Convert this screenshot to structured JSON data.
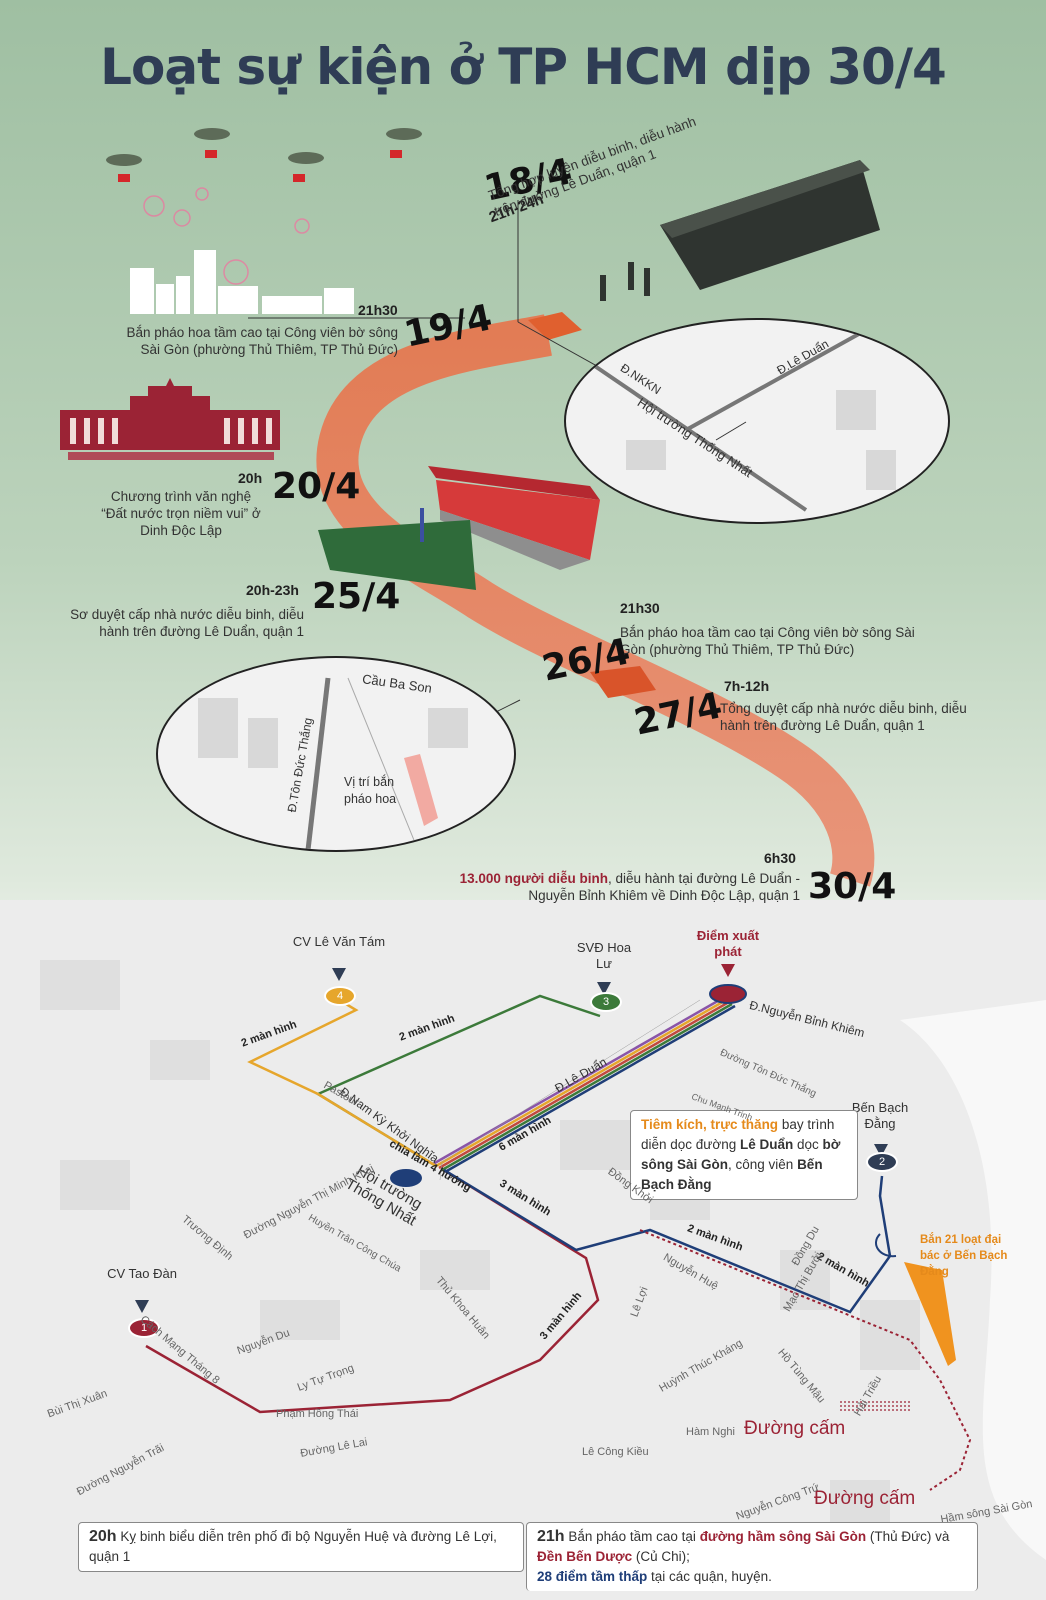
{
  "title": "Loạt sự kiện ở TP HCM dịp 30/4",
  "events": [
    {
      "date": "18/4",
      "time": "21h-24h",
      "desc": "Tổng hợp luyện diễu binh, diễu hành trên đường Lê Duẩn, quận 1"
    },
    {
      "date": "19/4",
      "time": "21h30",
      "desc": "Bắn pháo hoa tầm cao tại Công viên bờ sông Sài Gòn (phường Thủ Thiêm, TP Thủ Đức)"
    },
    {
      "date": "20/4",
      "time": "20h",
      "desc": "Chương trình văn nghệ “Đất nước trọn niềm vui” ở Dinh Độc Lập"
    },
    {
      "date": "25/4",
      "time": "20h-23h",
      "desc": "Sơ duyệt cấp nhà nước diễu binh, diễu hành trên đường Lê Duẩn, quận 1"
    },
    {
      "date": "26/4",
      "time": "21h30",
      "desc": "Bắn pháo hoa tầm cao tại Công viên bờ sông Sài Gòn (phường Thủ Thiêm, TP Thủ Đức)"
    },
    {
      "date": "27/4",
      "time": "7h-12h",
      "desc": "Tổng duyệt cấp nhà nước diễu binh, diễu hành trên đường Lê Duẩn, quận 1"
    },
    {
      "date": "30/4",
      "time": "6h30",
      "desc_highlight": "13.000 người diễu binh",
      "desc": ", diễu hành tại đường Lê Duẩn - Nguyễn Bỉnh Khiêm về Dinh Độc Lập, quận 1"
    }
  ],
  "map1": {
    "road1": "Đ.NKKN",
    "road2": "Đ.Lê Duẩn",
    "place": "Hội trường Thống Nhất"
  },
  "map2": {
    "bridge": "Cầu Ba Son",
    "road": "Đ.Tôn Đức Thắng",
    "spot": "Vị trí bắn pháo hoa"
  },
  "route_map": {
    "start_label": "Điểm xuất phát",
    "start_road": "Đ.Nguyễn Bỉnh Khiêm",
    "le_duan": "Đ.Lê Duẩn",
    "nkkn": "Đ.Nam Kỳ Khởi Nghĩa",
    "hall": "Hội trường Thống Nhất",
    "split": "chia làm 4 hướng",
    "screens_2": "2 màn hình",
    "screens_3": "3 màn hình",
    "screens_6": "6 màn hình",
    "pins": [
      {
        "num": "1",
        "name": "CV Tao Đàn"
      },
      {
        "num": "2",
        "name": "Bến Bạch Đằng"
      },
      {
        "num": "3",
        "name": "SVĐ Hoa Lư"
      },
      {
        "num": "4",
        "name": "CV Lê Văn Tám"
      }
    ],
    "jets_label": "Tiêm kích, trực thăng",
    "jets_rest_1": " bay trình diễn dọc đường ",
    "jets_le_duan": "Lê Duẩn",
    "jets_rest_2": " dọc ",
    "jets_river": "bờ sông Sài Gòn",
    "jets_rest_3": ", công viên ",
    "jets_park": "Bến Bạch Đằng",
    "cannon": "Bắn 21 loạt đại bác ở Bến Bạch Đằng",
    "forbidden": "Đường cấm",
    "roads": [
      "Pasteur",
      "Trương Định",
      "Đường Nguyễn Thị Minh Khai",
      "Huyền Trân Công Chúa",
      "Nguyễn Du",
      "Đồng Khởi",
      "Thủ Khoa Huân",
      "Lê Lợi",
      "Ly Tự Trọng",
      "Phạm Hồng Thái",
      "Bùi Thị Xuân",
      "Đường Lê Lai",
      "Đường Nguyễn Trãi",
      "Huỳnh Thúc Kháng",
      "Hàm Nghi",
      "Lê Công Kiều",
      "Nguyễn Công Trứ",
      "Hầm sông Sài Gòn",
      "Hồ Tùng Mậu",
      "Hải Triều",
      "Mạc Thị Bưởi",
      "Đồng Du",
      "Chu Mạnh Trinh",
      "Đường Tôn Đức Thắng",
      "Nguyễn Huệ",
      "Cách Mạng Tháng 8"
    ]
  },
  "bottom": {
    "left_time": "20h",
    "left_text": "Kỵ binh biểu diễn trên phố đi bộ Nguyễn Huệ và đường Lê Lợi, quận 1",
    "right_time": "21h",
    "right_a": "Bắn pháo tầm cao tại ",
    "right_b": "đường hầm sông Sài Gòn",
    "right_c": " (Thủ Đức) và ",
    "right_d": "Đền Bến Dược",
    "right_e": " (Củ Chi);",
    "right_f": "28 điểm tầm thấp",
    "right_g": " tại các quận, huyện."
  },
  "colors": {
    "title": "#2f3d55",
    "path": "#e07a55",
    "accent_red": "#9b2335",
    "accent_blue": "#1f3e78",
    "accent_orange": "#e58a1b"
  }
}
